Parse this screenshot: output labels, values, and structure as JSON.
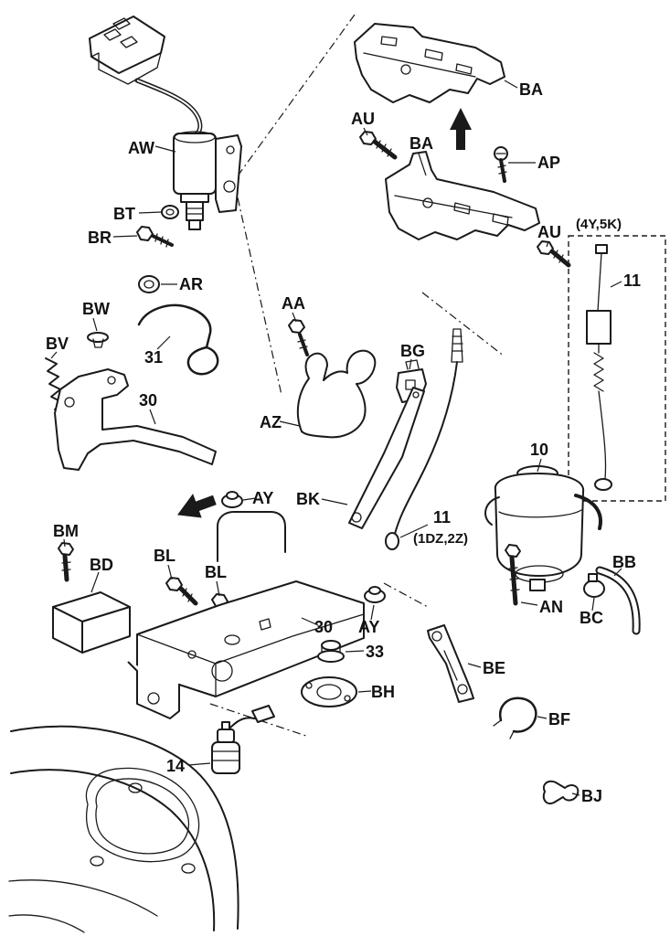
{
  "diagram": {
    "type": "exploded-parts-diagram",
    "colors": {
      "line": "#1a1a1a",
      "background": "#ffffff",
      "label": "#111111"
    },
    "labels": {
      "aw": "AW",
      "ba_top": "BA",
      "au_upper": "AU",
      "ba_mid": "BA",
      "ap": "AP",
      "bt": "BT",
      "br": "BR",
      "au_right": "AU",
      "variant_box": "(4Y,5K)",
      "cable_right": "11",
      "ar": "AR",
      "bw": "BW",
      "aa": "AA",
      "bv": "BV",
      "bracket_31": "31",
      "bg": "BG",
      "bracket_30_upper": "30",
      "az": "AZ",
      "motor_10": "10",
      "ay_left": "AY",
      "bk": "BK",
      "bm": "BM",
      "cable_mid": "11",
      "variant_mid": "(1DZ,2Z)",
      "bd": "BD",
      "bl_left": "BL",
      "bl_right": "BL",
      "bb": "BB",
      "an": "AN",
      "bc": "BC",
      "bracket_30_lower": "30",
      "ay_right": "AY",
      "grommet_33": "33",
      "be": "BE",
      "bh": "BH",
      "bf": "BF",
      "sensor_14": "14",
      "bj": "BJ"
    }
  }
}
